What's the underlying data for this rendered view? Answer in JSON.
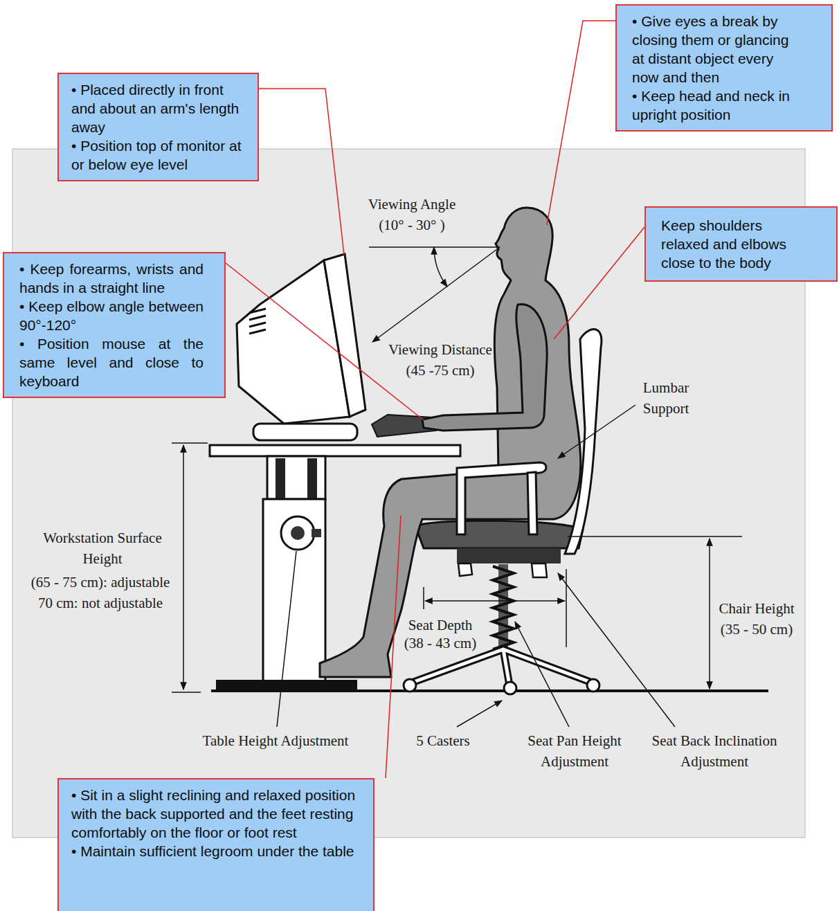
{
  "diagram": {
    "nodes": [
      {
        "text": [
          "• Give eyes a break by closing them or glancing at distant object every now and then",
          "• Keep head and neck in upright position"
        ]
      },
      {
        "text": [
          "• Placed directly in front and about an arm's length away",
          "• Position top of monitor at or below eye level"
        ]
      },
      {
        "text": [
          "Keep shoulders relaxed and elbows close to the body"
        ]
      },
      {
        "text": [
          "• Keep forearms, wrists and hands in a straight line",
          "• Keep elbow angle between 90°-120°",
          "• Position mouse at the same level and close to keyboard"
        ]
      },
      {
        "text": [
          "• Sit in a slight reclining and relaxed position with the back supported and the feet resting comfortably on the floor or foot rest",
          "• Maintain sufficient legroom under the table"
        ]
      }
    ],
    "labels": [
      "Viewing Angle",
      "(10° - 30° )",
      "Viewing Distance",
      "(45 -75 cm)",
      "Lumbar Support",
      "Workstation Surface Height",
      "(65 - 75 cm): adjustable",
      "70 cm: not adjustable",
      "Seat Depth",
      "(38 - 43 cm)",
      "Chair Height",
      "(35 - 50 cm)",
      "Table Height Adjustment",
      "5 Casters",
      "Seat Pan Height Adjustment",
      "Seat Back Inclination Adjustment"
    ]
  }
}
